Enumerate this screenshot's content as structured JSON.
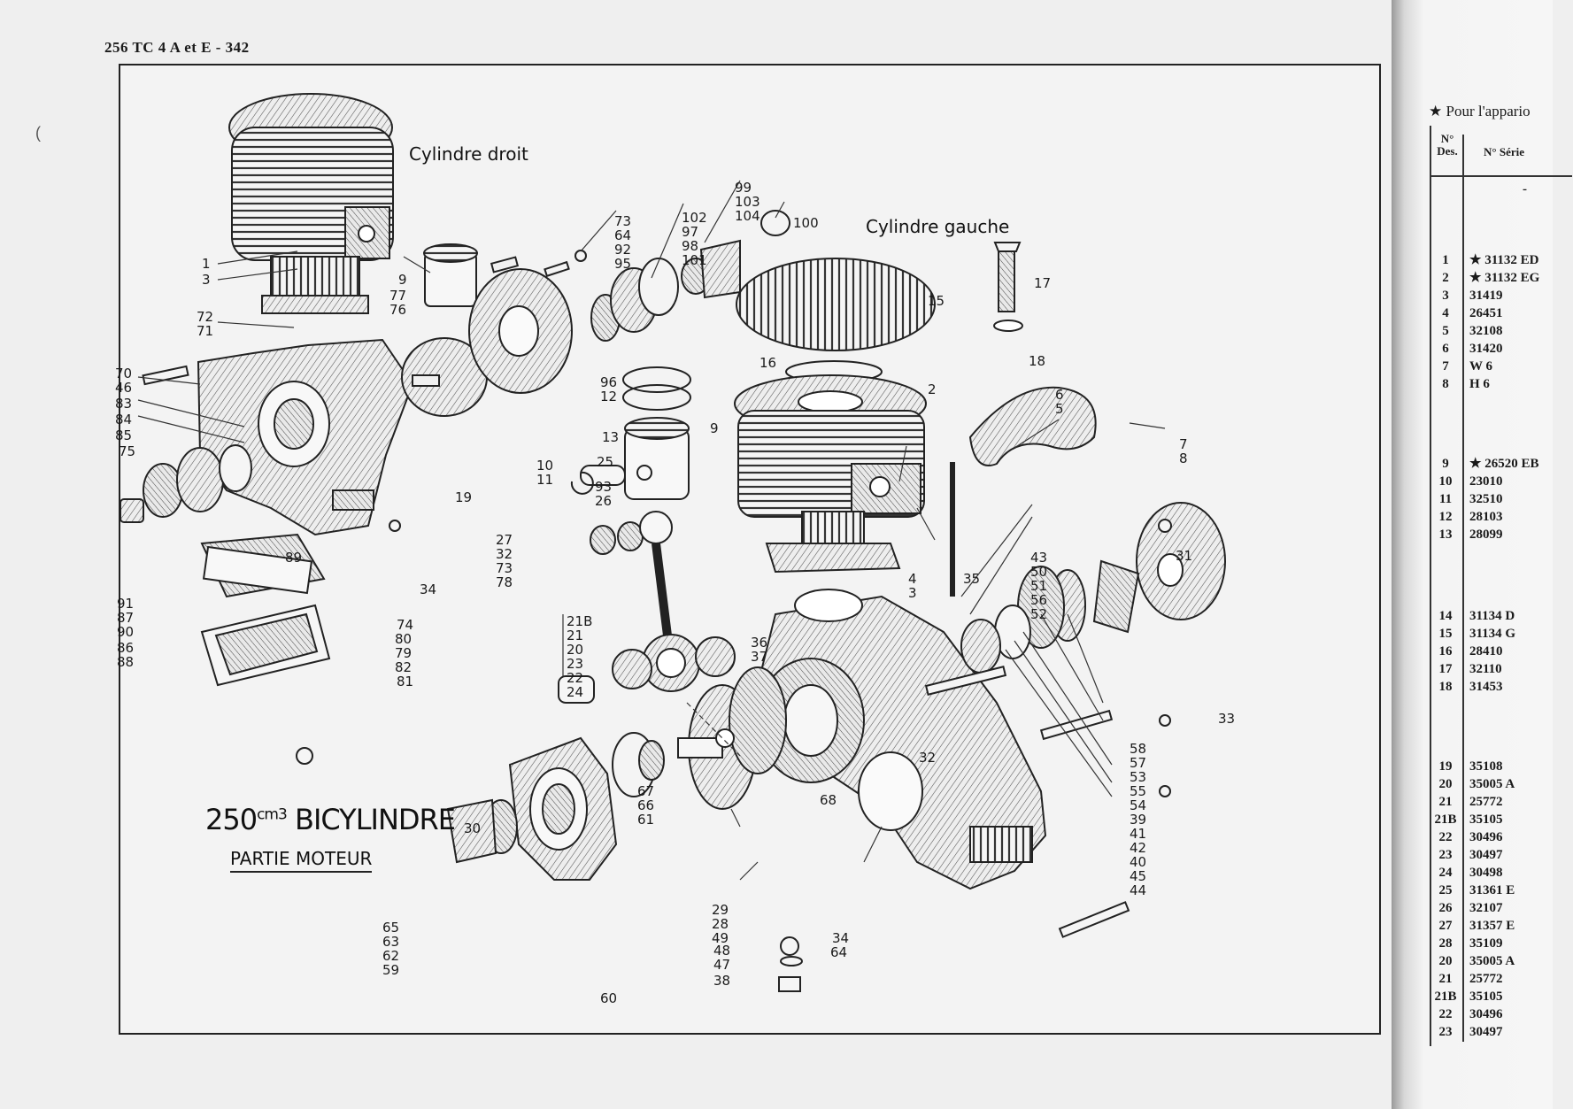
{
  "header": "256 TC 4 A et E - 342",
  "title_main_prefix": "250",
  "title_main_sup": "cm3",
  "title_main_suffix": " BICYLINDRE",
  "title_sub": "PARTIE MOTEUR",
  "cylinder_right": "Cylindre droit",
  "cylinder_left": "Cylindre gauche",
  "labels": [
    "1",
    "3",
    "72",
    "71",
    "70",
    "46",
    "83",
    "84",
    "85",
    "75",
    "91",
    "87",
    "90",
    "86",
    "88",
    "89",
    "74",
    "80",
    "79",
    "82",
    "81",
    "34",
    "27",
    "32",
    "73",
    "78",
    "19",
    "93",
    "26",
    "25",
    "9",
    "77",
    "76",
    "73",
    "64",
    "92",
    "95",
    "102",
    "97",
    "98",
    "101",
    "99",
    "103",
    "104",
    "100",
    "96",
    "12",
    "13",
    "9",
    "10",
    "11",
    "16",
    "2",
    "15",
    "17",
    "18",
    "6",
    "5",
    "7",
    "8",
    "4",
    "3",
    "35",
    "36",
    "37",
    "21B",
    "21",
    "20",
    "23",
    "22",
    "24",
    "43",
    "50",
    "51",
    "56",
    "52",
    "31",
    "33",
    "58",
    "57",
    "53",
    "55",
    "54",
    "39",
    "41",
    "42",
    "40",
    "45",
    "44",
    "32",
    "68",
    "67",
    "66",
    "61",
    "30",
    "29",
    "28",
    "49",
    "48",
    "47",
    "38",
    "34",
    "64",
    "65",
    "63",
    "62",
    "59",
    "60"
  ],
  "side": {
    "title": "★ Pour l'appario",
    "col1": "N° Des.",
    "col2": "N° Série",
    "dash": "-",
    "rows": [
      {
        "n": "1",
        "s": "★ 31132 ED"
      },
      {
        "n": "2",
        "s": "★ 31132 EG"
      },
      {
        "n": "3",
        "s": "31419"
      },
      {
        "n": "4",
        "s": "26451"
      },
      {
        "n": "5",
        "s": "32108"
      },
      {
        "n": "6",
        "s": "31420"
      },
      {
        "n": "7",
        "s": "W 6"
      },
      {
        "n": "8",
        "s": "H 6"
      },
      {
        "n": "9",
        "s": "★ 26520 EB"
      },
      {
        "n": "10",
        "s": "23010"
      },
      {
        "n": "11",
        "s": "32510"
      },
      {
        "n": "12",
        "s": "28103"
      },
      {
        "n": "13",
        "s": "28099"
      },
      {
        "n": "14",
        "s": "31134 D"
      },
      {
        "n": "15",
        "s": "31134 G"
      },
      {
        "n": "16",
        "s": "28410"
      },
      {
        "n": "17",
        "s": "32110"
      },
      {
        "n": "18",
        "s": "31453"
      },
      {
        "n": "19",
        "s": "35108"
      },
      {
        "n": "20",
        "s": "35005 A"
      },
      {
        "n": "21",
        "s": "25772"
      },
      {
        "n": "21B",
        "s": "35105"
      },
      {
        "n": "22",
        "s": "30496"
      },
      {
        "n": "23",
        "s": "30497"
      },
      {
        "n": "24",
        "s": "30498"
      },
      {
        "n": "25",
        "s": "31361 E"
      },
      {
        "n": "26",
        "s": "32107"
      },
      {
        "n": "27",
        "s": "31357 E"
      },
      {
        "n": "28",
        "s": "35109"
      },
      {
        "n": "20",
        "s": "35005 A"
      },
      {
        "n": "21",
        "s": "25772"
      },
      {
        "n": "21B",
        "s": "35105"
      },
      {
        "n": "22",
        "s": "30496"
      },
      {
        "n": "23",
        "s": "30497"
      }
    ]
  }
}
